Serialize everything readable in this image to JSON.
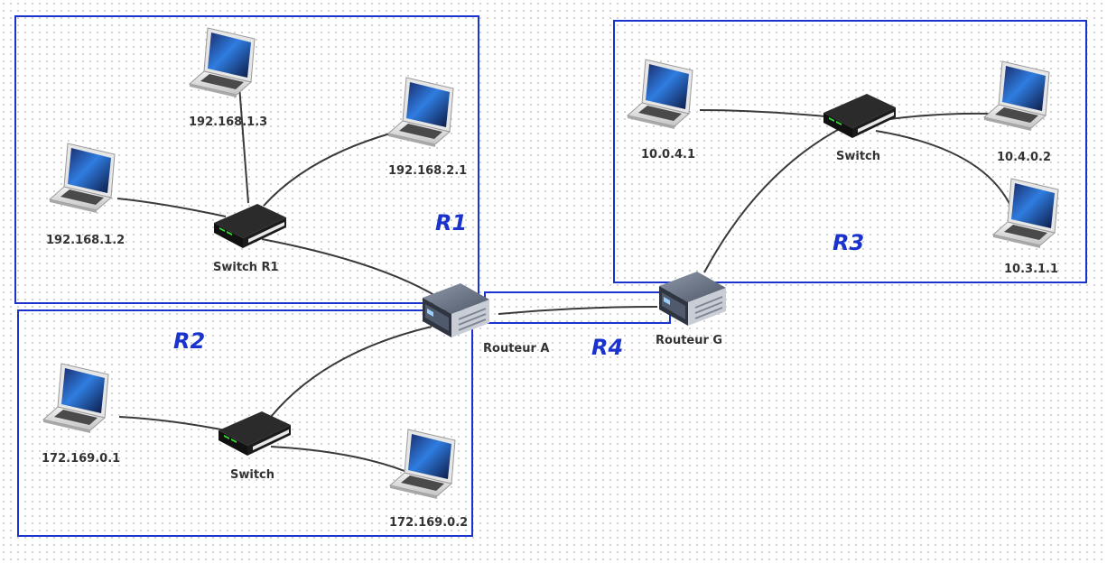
{
  "colors": {
    "zone_border": "#1a33cc",
    "zone_label": "#1a33cc",
    "link": "#3a3a3a",
    "label_text": "#333333"
  },
  "zones": {
    "r1": "R1",
    "r2": "R2",
    "r3": "R3",
    "r4": "R4"
  },
  "routers": {
    "a": "Routeur A",
    "g": "Routeur G"
  },
  "switches": {
    "r1": "Switch R1",
    "r2": "Switch",
    "r3": "Switch"
  },
  "hosts": {
    "r1_top": "192.168.1.3",
    "r1_left": "192.168.1.2",
    "r1_right": "192.168.2.1",
    "r2_left": "172.169.0.1",
    "r2_right": "172.169.0.2",
    "r3_left": "10.0.4.1",
    "r3_right": "10.4.0.2",
    "r3_bottom": "10.3.1.1"
  }
}
